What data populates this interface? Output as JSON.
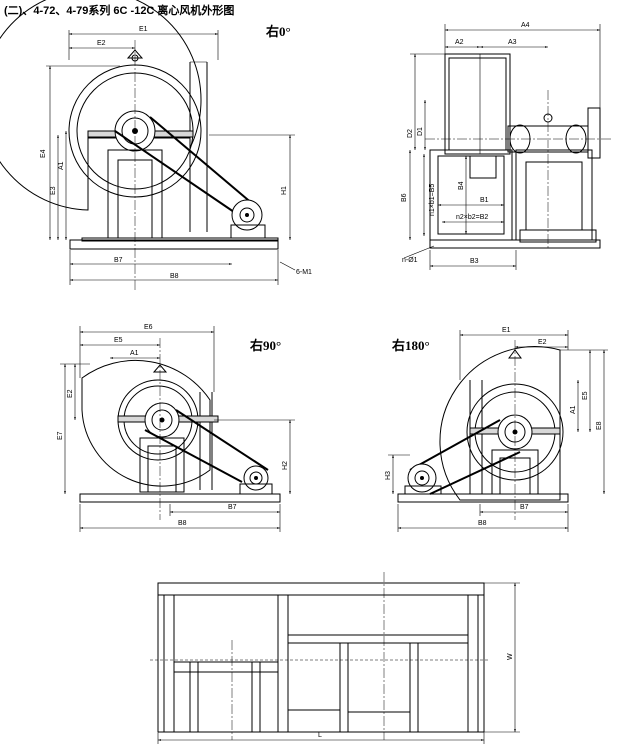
{
  "title": "(二)、4-72、4-79系列 6C -12C 离心风机外形图",
  "views": {
    "right0": "右0°",
    "right90": "右90°",
    "right180": "右180°"
  },
  "labels": {
    "E1": "E1",
    "E2": "E2",
    "E3": "E3",
    "E4": "E4",
    "E5": "E5",
    "E6": "E6",
    "E7": "E7",
    "E8": "E8",
    "A1": "A1",
    "A2": "A2",
    "A3": "A3",
    "A4": "A4",
    "B1": "B1",
    "B3": "B3",
    "B4": "B4",
    "B6": "B6",
    "B7": "B7",
    "B8": "B8",
    "D1": "D1",
    "D2": "D2",
    "H1": "H1",
    "H2": "H2",
    "H3": "H3",
    "M1": "6-M1",
    "nphi": "n-Ø1",
    "n1b1": "n1×b1=B5",
    "n2b2": "n2×b2=B2",
    "L": "L",
    "W": "W"
  }
}
